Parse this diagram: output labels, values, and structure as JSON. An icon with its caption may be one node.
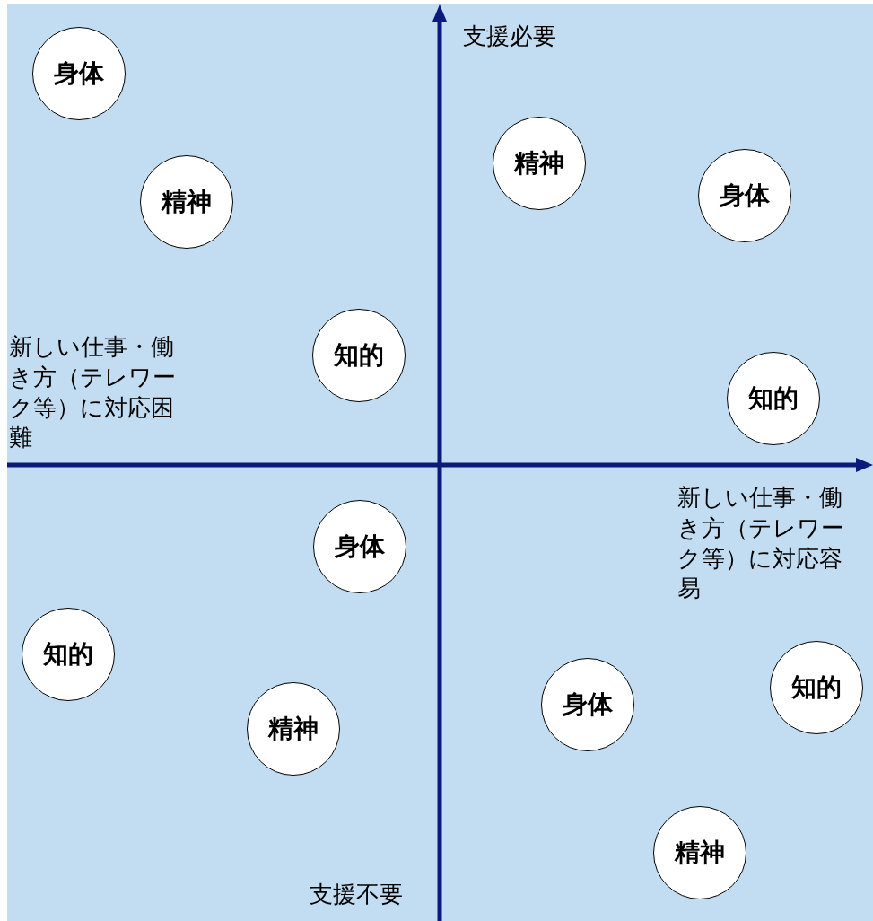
{
  "diagram": {
    "nodes": [
      {
        "text": [
          "身体"
        ]
      },
      {
        "text": [
          "精神"
        ]
      },
      {
        "text": [
          "身体"
        ]
      },
      {
        "text": [
          "精神"
        ]
      },
      {
        "text": [
          "知的"
        ]
      },
      {
        "text": [
          "知的"
        ]
      },
      {
        "text": [
          "身体"
        ]
      },
      {
        "text": [
          "知的"
        ]
      },
      {
        "text": [
          "知的"
        ]
      },
      {
        "text": [
          "身体"
        ]
      },
      {
        "text": [
          "精神"
        ]
      },
      {
        "text": [
          "精神"
        ]
      }
    ],
    "edges": [],
    "labels": [
      "支援必要",
      "新しい仕事・働き方（テレワーク等）に対応困難",
      "新しい仕事・働き方（テレワーク等）に対応容易",
      "支援不要"
    ]
  }
}
